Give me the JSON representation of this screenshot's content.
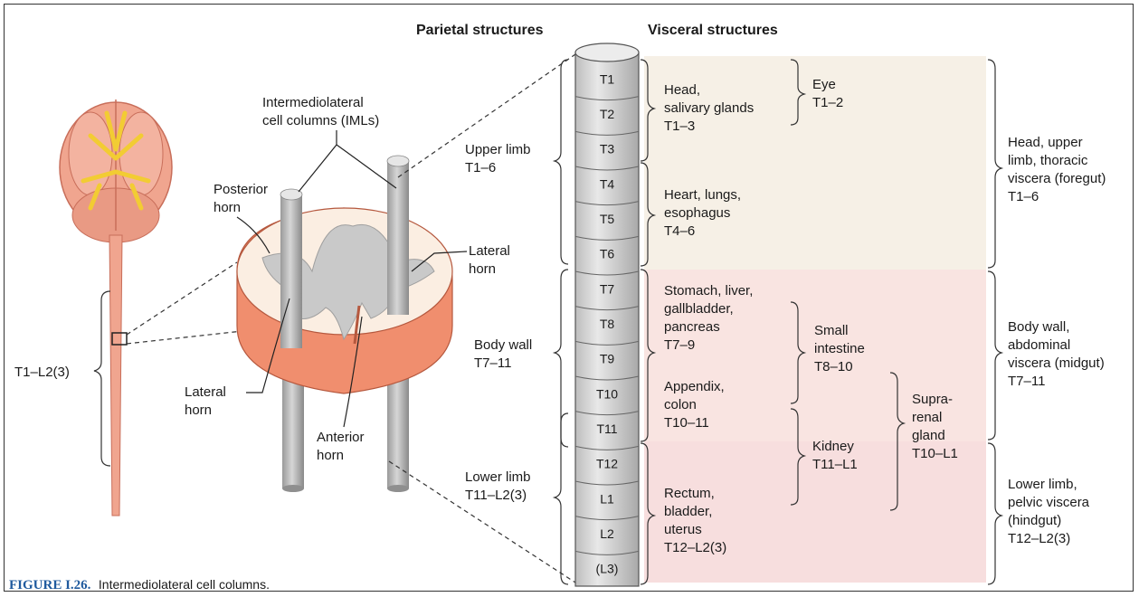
{
  "headers": {
    "parietal": "Parietal structures",
    "visceral": "Visceral structures"
  },
  "segments": [
    "T1",
    "T2",
    "T3",
    "T4",
    "T5",
    "T6",
    "T7",
    "T8",
    "T9",
    "T10",
    "T11",
    "T12",
    "L1",
    "L2",
    "(L3)"
  ],
  "brain_labels": {
    "range": "T1–L2(3)"
  },
  "cross_section_labels": {
    "iml": [
      "Intermediolateral",
      "cell columns (IMLs)"
    ],
    "posterior_horn": [
      "Posterior",
      "horn"
    ],
    "lateral_horn_right": [
      "Lateral",
      "horn"
    ],
    "lateral_horn_left": [
      "Lateral",
      "horn"
    ],
    "anterior_horn": [
      "Anterior",
      "horn"
    ]
  },
  "parietal": {
    "upper_limb": [
      "Upper limb",
      "T1–6"
    ],
    "body_wall": [
      "Body wall",
      "T7–11"
    ],
    "lower_limb": [
      "Lower limb",
      "T11–L2(3)"
    ]
  },
  "visceral": {
    "head": [
      "Head,",
      "salivary glands",
      "T1–3"
    ],
    "eye": [
      "Eye",
      "T1–2"
    ],
    "heart": [
      "Heart, lungs,",
      "esophagus",
      "T4–6"
    ],
    "stomach": [
      "Stomach, liver,",
      "gallbladder,",
      "pancreas",
      "T7–9"
    ],
    "small_intestine": [
      "Small",
      "intestine",
      "T8–10"
    ],
    "appendix": [
      "Appendix,",
      "colon",
      "T10–11"
    ],
    "suprarenal": [
      "Supra-",
      "renal",
      "gland",
      "T10–L1"
    ],
    "kidney": [
      "Kidney",
      "T11–L1"
    ],
    "rectum": [
      "Rectum,",
      "bladder,",
      "uterus",
      "T12–L2(3)"
    ]
  },
  "regions": {
    "foregut": [
      "Head, upper",
      "limb, thoracic",
      "viscera (foregut)",
      "T1–6"
    ],
    "midgut": [
      "Body wall,",
      "abdominal",
      "viscera (midgut)",
      "T7–11"
    ],
    "hindgut": [
      "Lower limb,",
      "pelvic viscera",
      "(hindgut)",
      "T12–L2(3)"
    ]
  },
  "caption": {
    "figure": "FIGURE I.26.",
    "text": "Intermediolateral cell columns."
  },
  "colors": {
    "foregut_bg": "#f6f0e6",
    "midgut_bg": "#f9e4e1",
    "hindgut_bg": "#f7dede",
    "column": "#d9d9d9",
    "cord_tissue": "#f3a98f",
    "gray_matter": "#c9c9c9",
    "brain": "#f0a58f",
    "nerves": "#f2cc33"
  }
}
